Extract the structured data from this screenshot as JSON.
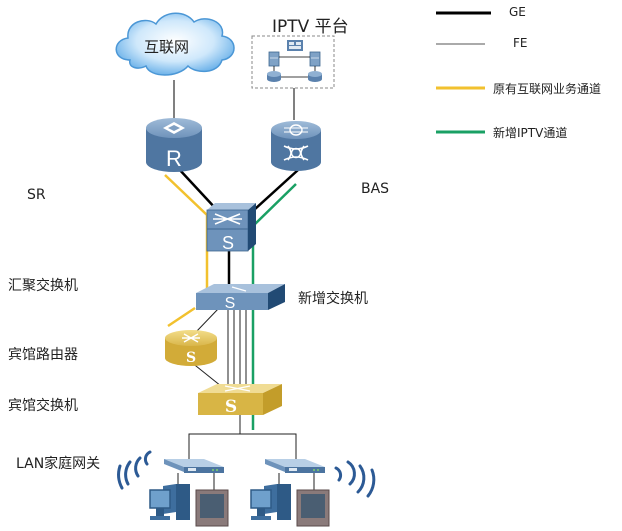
{
  "diagram": {
    "title": "IPTV network upgrade topology",
    "labels": {
      "internet": "互联网",
      "iptv_platform": "IPTV 平台",
      "sr": "SR",
      "bas": "BAS",
      "aggregation_switch": "汇聚交换机",
      "new_switch": "新增交换机",
      "hotel_router": "宾馆路由器",
      "hotel_switch": "宾馆交换机",
      "lan_gateway": "LAN家庭网关"
    },
    "device_glyphs": {
      "router_letter": "R",
      "switch_letter": "S"
    },
    "legend": [
      {
        "label": "GE",
        "color": "#000000",
        "style": "thick"
      },
      {
        "label": "FE",
        "color": "#555555",
        "style": "thin"
      },
      {
        "label": "原有互联网业务通道",
        "color": "#f2c12e",
        "style": "thick"
      },
      {
        "label": "新增IPTV通道",
        "color": "#1aa064",
        "style": "thick"
      }
    ],
    "colors": {
      "blue_device": "#5a81ad",
      "blue_device_dark": "#2f5a86",
      "gold_device": "#d8b545",
      "gold_device_dark": "#b08a1e",
      "internet_path": "#f2c12e",
      "iptv_path": "#1aa064",
      "cloud": "#7fc0f0"
    }
  }
}
